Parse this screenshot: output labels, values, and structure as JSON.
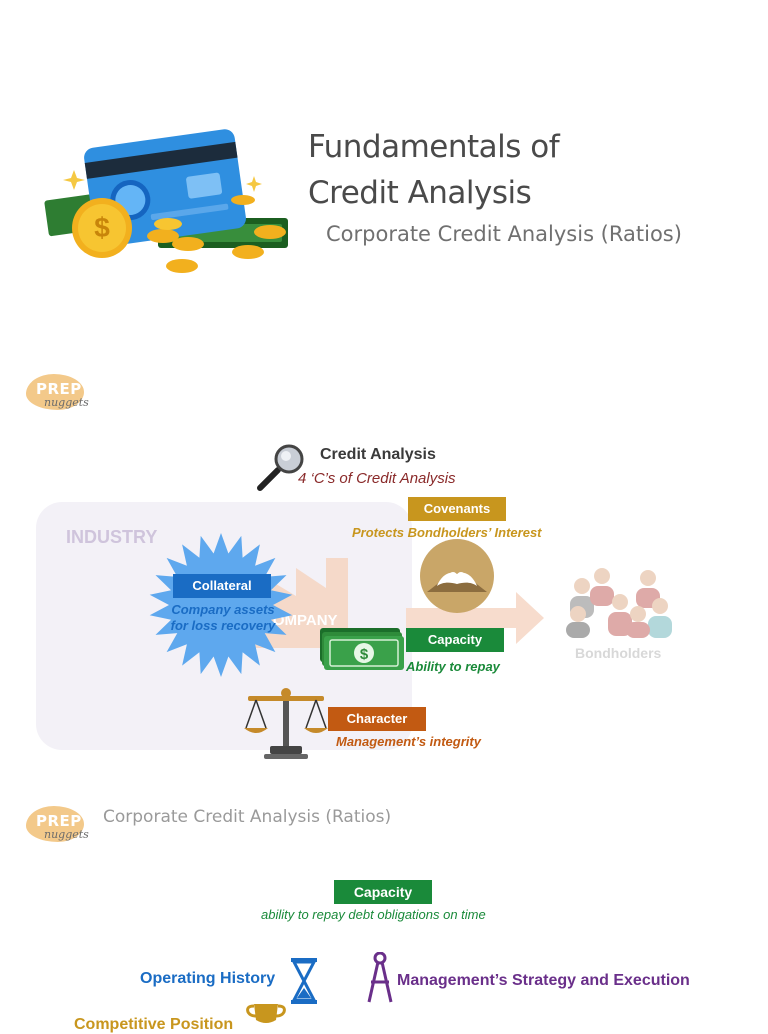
{
  "title_slide": {
    "title_line1": "Fundamentals of",
    "title_line2": "Credit Analysis",
    "subtitle": "Corporate Credit Analysis (Ratios)"
  },
  "logo": {
    "prep": "PREP",
    "nuggets": "nuggets"
  },
  "diagram": {
    "heading": "Credit Analysis",
    "subheading": "4 ‘C’s of Credit Analysis",
    "industry_label": "INDUSTRY",
    "company_label": "COMPANY",
    "covenants": {
      "label": "Covenants",
      "note": "Protects Bondholders’ Interest"
    },
    "collateral": {
      "label": "Collateral",
      "note_line1": "Company assets",
      "note_line2": "for loss recovery"
    },
    "capacity": {
      "label": "Capacity",
      "note": "Ability to repay"
    },
    "character": {
      "label": "Character",
      "note": "Management’s integrity"
    },
    "bondholders_label": "Bondholders"
  },
  "section3": {
    "header": "Corporate Credit Analysis (Ratios)",
    "capacity_label": "Capacity",
    "capacity_note": "ability to repay debt obligations on time",
    "operating_history": "Operating History",
    "management_strategy": "Management’s Strategy and Execution",
    "competitive_position": "Competitive Position"
  },
  "colors": {
    "covenants": "#c8961e",
    "collateral": "#1a6cc4",
    "capacity": "#1a8a3a",
    "character": "#c25a12",
    "operating_history": "#1a6cc4",
    "management": "#6a2f8a"
  },
  "icons": [
    "credit-card-icon",
    "magnifier-icon",
    "gear-burst-icon",
    "handshake-icon",
    "cash-stack-icon",
    "scales-icon",
    "people-group-icon",
    "hourglass-icon",
    "compass-icon",
    "trophy-icon"
  ]
}
